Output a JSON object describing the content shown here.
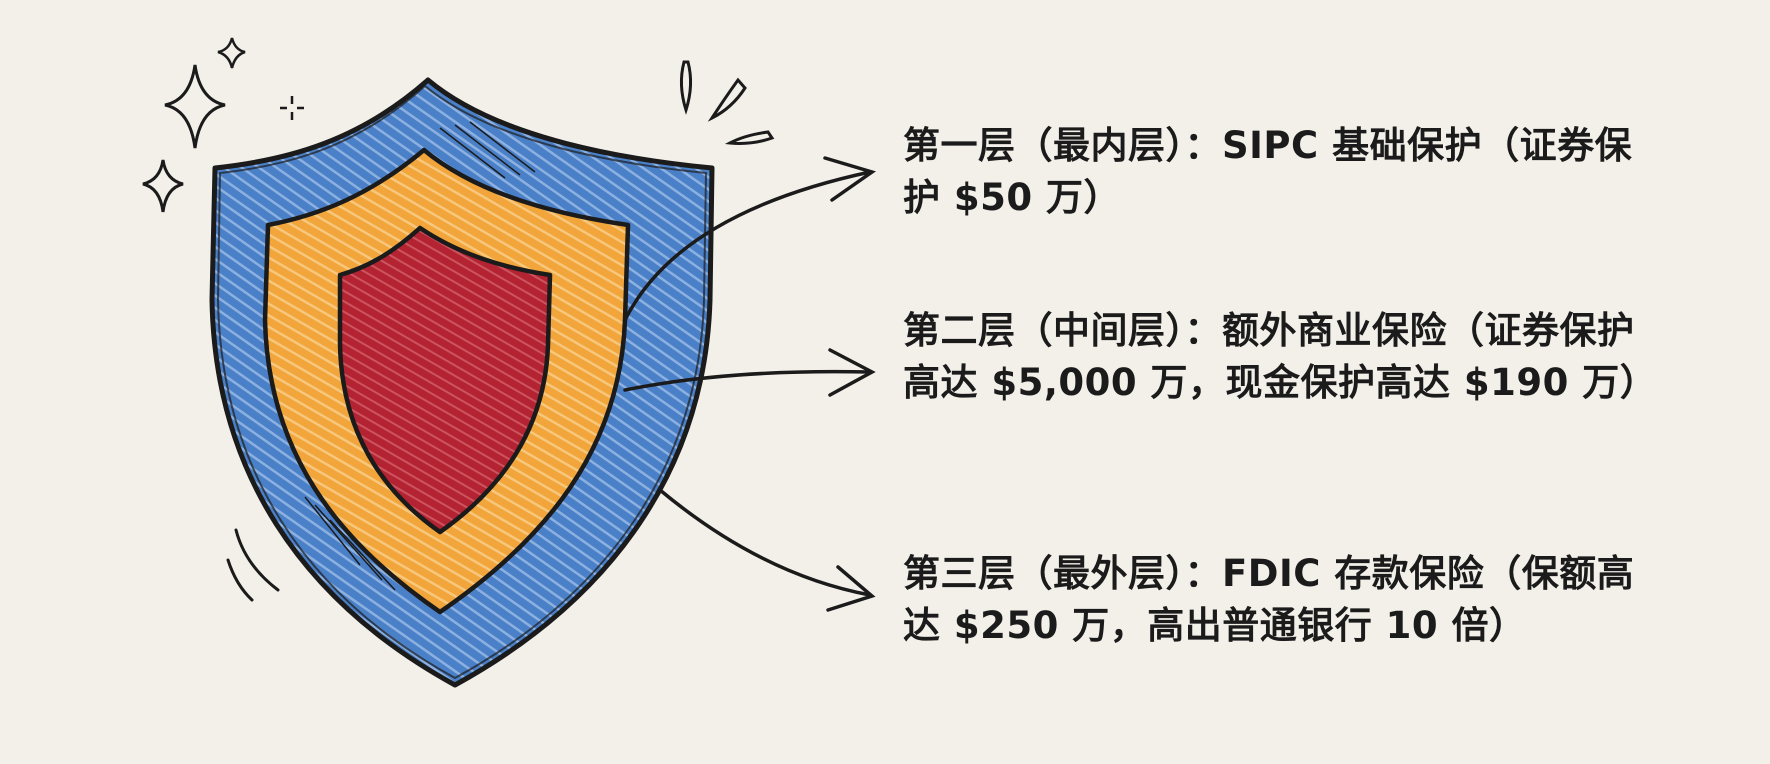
{
  "diagram": {
    "type": "layered-protection-shield",
    "colors": {
      "background": "#f3f0ea",
      "outer_layer": "#4a80c8",
      "middle_layer": "#f2a53a",
      "inner_layer": "#b42332",
      "outline": "#1b1b1b"
    },
    "layers": [
      {
        "id": "inner",
        "text": "第一层（最内层）：SIPC 基础保护（证券保护 $50 万）",
        "color": "#b42332"
      },
      {
        "id": "middle",
        "text": "第二层（中间层）：额外商业保险（证券保护高达 $5,000 万，现金保护高达 $190 万）",
        "color": "#f2a53a"
      },
      {
        "id": "outer",
        "text": "第三层（最外层）：FDIC 存款保险（保额高达 $250 万，高出普通银行 10 倍）",
        "color": "#4a80c8"
      }
    ],
    "decorations": [
      "sparkle-icon",
      "sparkle-icon",
      "sparkle-icon",
      "sparkle-icon",
      "shine-marks-icon",
      "motion-lines-icon"
    ]
  }
}
